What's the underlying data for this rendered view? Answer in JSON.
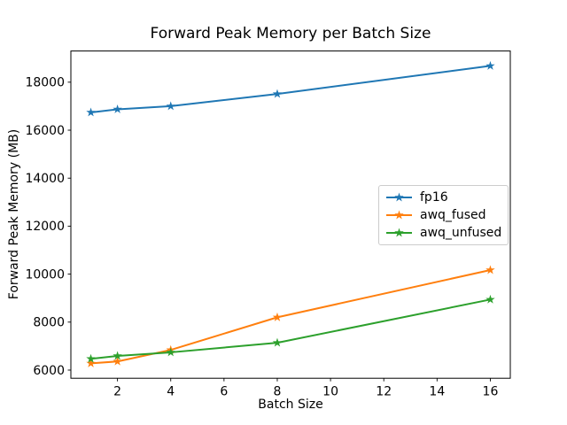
{
  "figure": {
    "background": "#ffffff",
    "text_color": "#000000",
    "axes_color": "#000000"
  },
  "chart_data": {
    "type": "line",
    "title": "Forward Peak Memory per Batch Size",
    "xlabel": "Batch Size",
    "ylabel": "Forward Peak Memory (MB)",
    "x": [
      1,
      2,
      4,
      8,
      16
    ],
    "series": [
      {
        "name": "fp16",
        "color": "#1f77b4",
        "marker": "star",
        "values": [
          16740,
          16870,
          17000,
          17510,
          18680
        ]
      },
      {
        "name": "awq_fused",
        "color": "#ff7f0e",
        "marker": "star",
        "values": [
          6280,
          6360,
          6840,
          8200,
          10170
        ]
      },
      {
        "name": "awq_unfused",
        "color": "#2ca02c",
        "marker": "star",
        "values": [
          6470,
          6590,
          6740,
          7140,
          8940
        ]
      }
    ],
    "xticks": [
      2,
      4,
      6,
      8,
      10,
      12,
      14,
      16
    ],
    "yticks": [
      6000,
      8000,
      10000,
      12000,
      14000,
      16000,
      18000
    ],
    "xlim": [
      0.25,
      16.75
    ],
    "ylim": [
      5660,
      19300
    ],
    "grid": false,
    "legend": {
      "position": "center-right",
      "border_color": "#cccccc",
      "background": "#ffffff"
    }
  }
}
